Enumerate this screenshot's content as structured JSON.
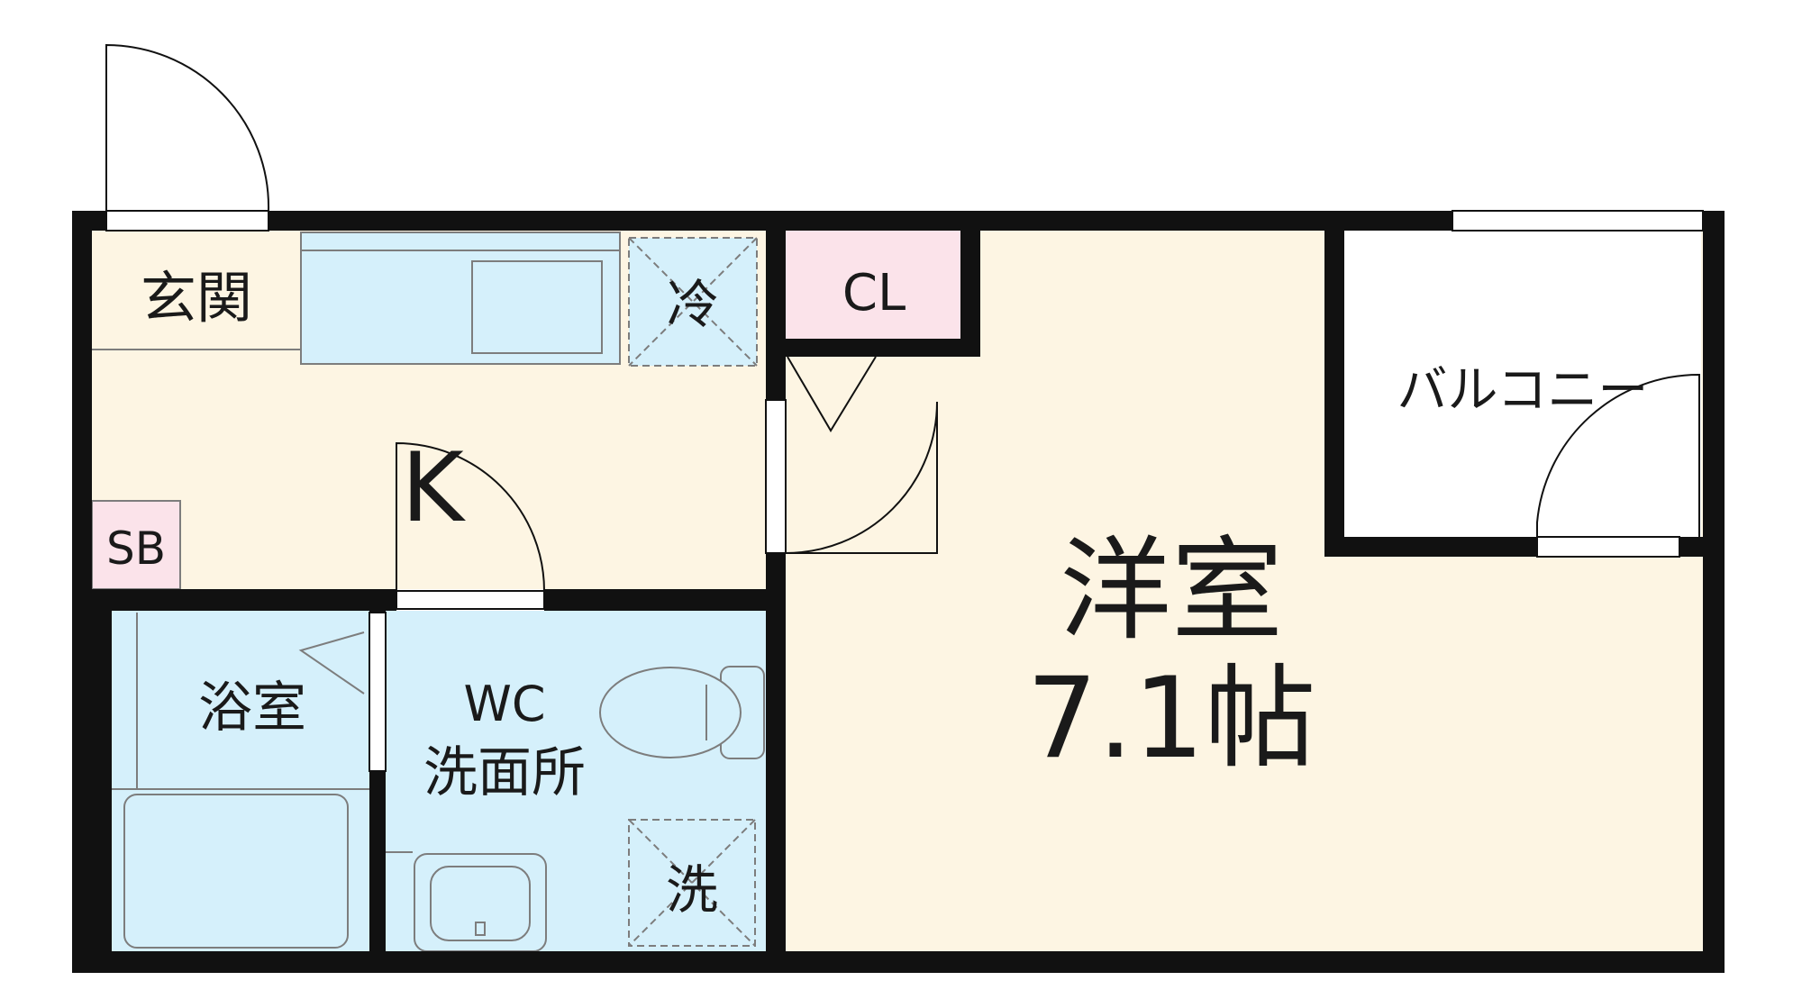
{
  "rooms": {
    "genkan": "玄関",
    "reizouko": "冷",
    "closet": "CL",
    "kitchen": "K",
    "shoe_box": "SB",
    "balcony": "バルコニー",
    "western_room": "洋室",
    "western_room_size": "7.1帖",
    "bath": "浴室",
    "wc": "WC",
    "washroom": "洗面所",
    "washer": "洗"
  },
  "colors": {
    "wall": "#111111",
    "floor_beige": "#fdf5e3",
    "wet_area_blue": "#d5f0fb",
    "closet_pink": "#fbe3ea",
    "fixture_line": "#7d7d7d"
  }
}
